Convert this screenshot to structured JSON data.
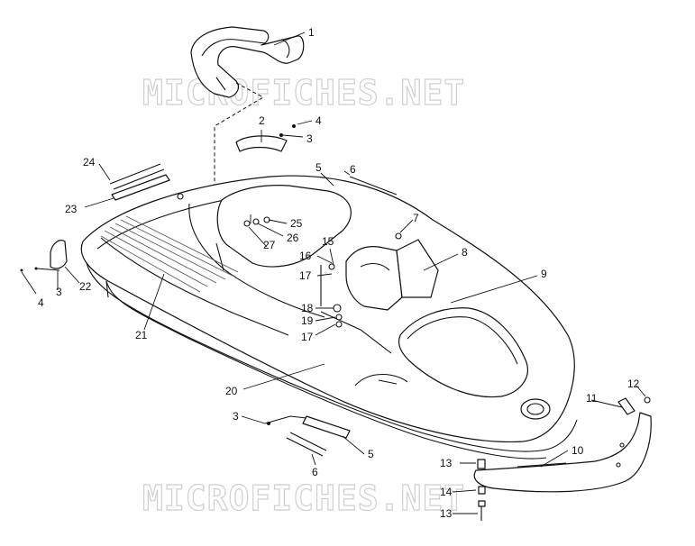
{
  "watermark": "MICROFICHES.NET",
  "callouts": [
    "1",
    "2",
    "3",
    "4",
    "5",
    "6",
    "7",
    "8",
    "9",
    "10",
    "11",
    "12",
    "13",
    "14",
    "15",
    "16",
    "17",
    "18",
    "19",
    "20",
    "21",
    "22",
    "23",
    "24",
    "25",
    "26",
    "27"
  ]
}
